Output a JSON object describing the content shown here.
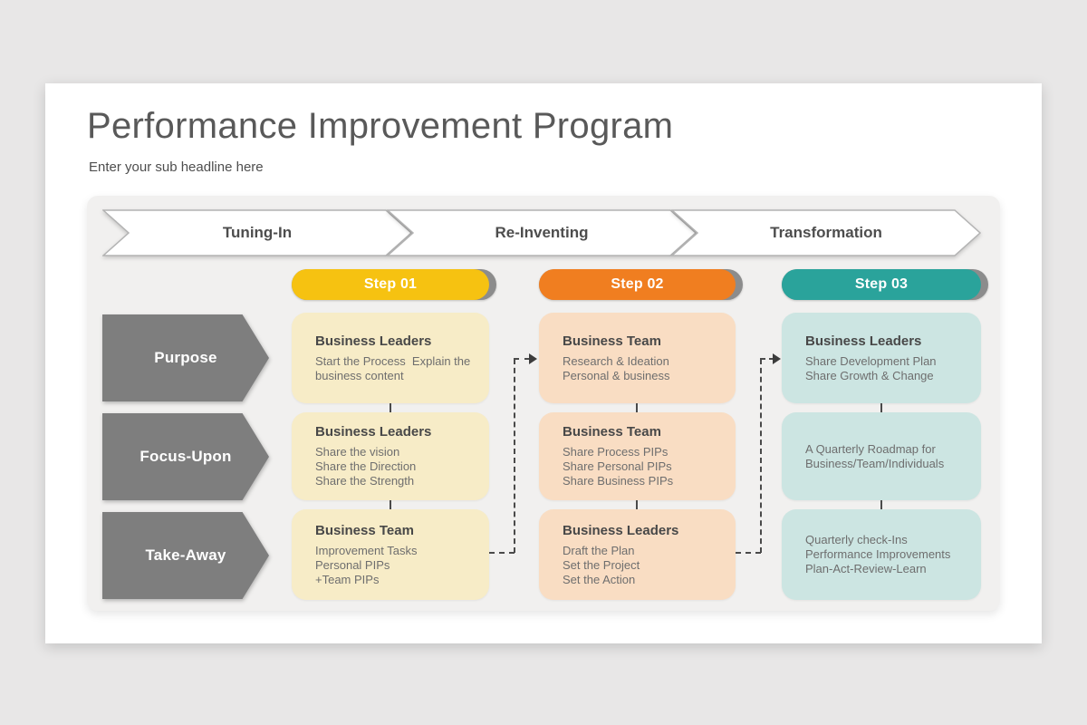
{
  "page": {
    "title": "Performance Improvement Program",
    "subtitle": "Enter your sub headline here"
  },
  "phases": [
    {
      "label": "Tuning-In"
    },
    {
      "label": "Re-Inventing"
    },
    {
      "label": "Transformation"
    }
  ],
  "rows": [
    {
      "label": "Purpose"
    },
    {
      "label": "Focus-Upon"
    },
    {
      "label": "Take-Away"
    }
  ],
  "columns": [
    {
      "step": {
        "label": "Step 01",
        "color": "#F6C211"
      },
      "card_color": "#F7ECC7",
      "cards": [
        {
          "title": "Business Leaders",
          "lines": [
            "Start the Process  Explain the",
            "business content"
          ]
        },
        {
          "title": "Business Leaders",
          "lines": [
            "Share the vision",
            "Share the Direction",
            "Share the Strength"
          ]
        },
        {
          "title": "Business Team",
          "lines": [
            "Improvement Tasks",
            "Personal PIPs",
            "+Team PIPs"
          ]
        }
      ]
    },
    {
      "step": {
        "label": "Step 02",
        "color": "#F07E20"
      },
      "card_color": "#F9DDC3",
      "cards": [
        {
          "title": "Business Team",
          "lines": [
            "Research & Ideation",
            "Personal & business"
          ]
        },
        {
          "title": "Business Team",
          "lines": [
            "Share Process PIPs",
            "Share Personal PIPs",
            "Share Business PIPs"
          ]
        },
        {
          "title": "Business Leaders",
          "lines": [
            "Draft the Plan",
            "Set the Project",
            "Set the Action"
          ]
        }
      ]
    },
    {
      "step": {
        "label": "Step 03",
        "color": "#2AA39B"
      },
      "card_color": "#CCE5E2",
      "cards": [
        {
          "title": "Business Leaders",
          "lines": [
            "Share Development Plan",
            "Share Growth & Change"
          ]
        },
        {
          "lines": [
            "A Quarterly Roadmap for",
            "Business/Team/Individuals"
          ]
        },
        {
          "lines": [
            "Quarterly check-Ins",
            "Performance Improvements",
            "Plan-Act-Review-Learn"
          ]
        }
      ]
    }
  ],
  "colors": {
    "background": "#E8E7E7",
    "slide": "#FFFFFF",
    "panel": "#F1F0EF",
    "row_label": "#7E7E7E",
    "step_shadow": "#8C8C8C",
    "connector": "#4A4A4A"
  }
}
